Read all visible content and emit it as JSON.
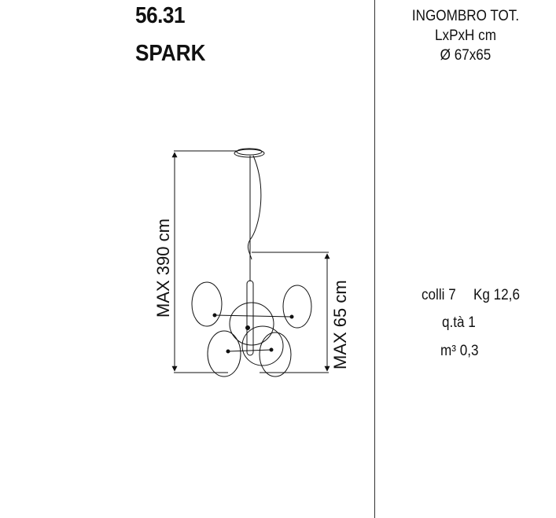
{
  "product": {
    "code": "56.31",
    "name": "SPARK"
  },
  "dimensions": {
    "title": "INGOMBRO TOT.",
    "units": "LxPxH cm",
    "value": "Ø 67x65"
  },
  "drawing": {
    "height_total_label": "MAX 390 cm",
    "height_body_label": "MAX 65 cm"
  },
  "packaging": {
    "colli": "colli 7",
    "weight": "Kg 12,6",
    "quantity": "q.tà 1",
    "volume": "m³  0,3"
  }
}
